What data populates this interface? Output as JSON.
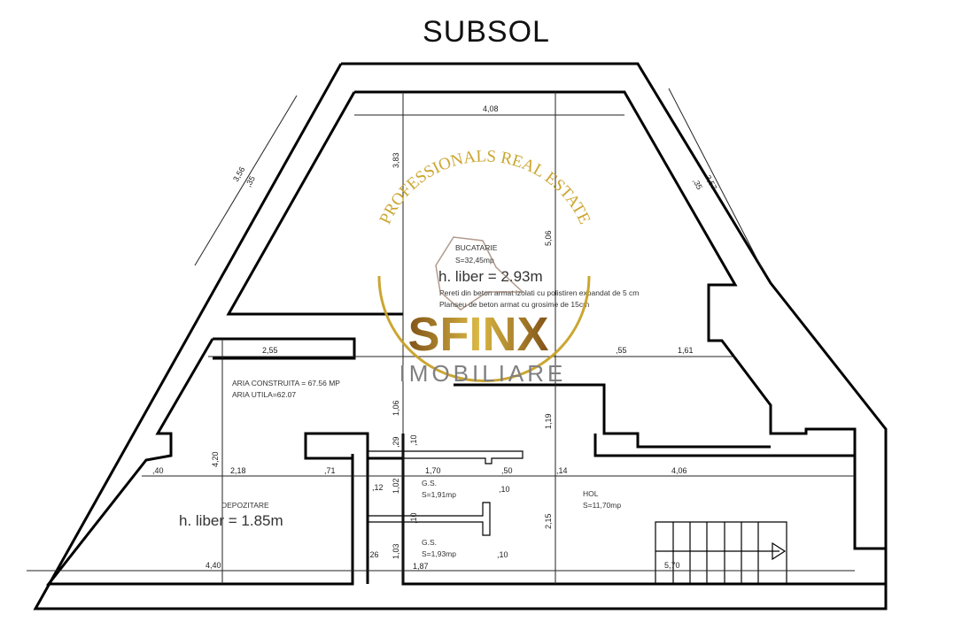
{
  "title": "SUBSOL",
  "rooms": {
    "kitchen": {
      "name": "BUCATARIE",
      "area": "S=32,45mp",
      "height": "h. liber = 2.93m",
      "note1": "Pereti din beton armat izolati cu polistiren expandat de 5 cm",
      "note2": "Planseu de beton armat cu grosime de 15cm"
    },
    "storage": {
      "name": "DEPOZITARE",
      "height": "h. liber = 1.85m"
    },
    "bath1": {
      "name": "G.S.",
      "area": "S=1,91mp"
    },
    "bath2": {
      "name": "G.S.",
      "area": "S=1,93mp"
    },
    "hall": {
      "name": "HOL",
      "area": "S=11,70mp"
    }
  },
  "areas": {
    "built": "ARIA CONSTRUITA = 67.56 MP",
    "usable": "ARIA UTILA=62.07"
  },
  "dimensions": {
    "top": "4,08",
    "left_diag": "3,56",
    "left_diag_b": ",35",
    "right_diag": "3,57",
    "right_diag_b": ",35",
    "v_left": "3,83",
    "v_right": "5,06",
    "mid_255": "2,55",
    "mid_55": ",55",
    "mid_161": "1,61",
    "v_106": "1,06",
    "v_119": "1,19",
    "v_420": "4,20",
    "d_40": ",40",
    "d_218": "2,18",
    "d_71": ",71",
    "d_170": "1,70",
    "d_50": ",50",
    "d_14": ",14",
    "d_406": "4,06",
    "d_29": ",29",
    "d_10a": ",10",
    "d_12": ",12",
    "d_102": "1,02",
    "d_10b": ",10",
    "d_10c": ",10",
    "d_215": "2,15",
    "d_103": "1,03",
    "d_26": ",26",
    "d_187": "1,87",
    "d_10d": ",10",
    "d_440": "4,40",
    "d_570": "5,70"
  },
  "watermark": {
    "arc_text": "PROFESSIONALS REAL ESTATE",
    "brand": "SFINX",
    "sub": "IMOBILIARE"
  },
  "colors": {
    "gold": "#c9a227",
    "gold_dark": "#8a5a12",
    "grey": "#7a7a7a"
  }
}
